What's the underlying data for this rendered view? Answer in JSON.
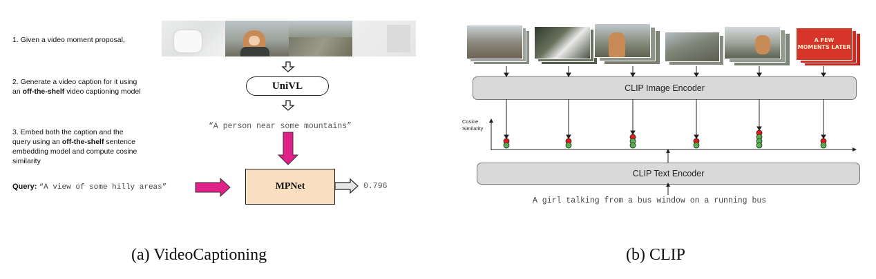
{
  "left_panel": {
    "step1": "1. Given a video moment proposal,",
    "step2_a": "2. Generate a video caption for it using",
    "step2_b_pre": "an ",
    "step2_b_bold": "off-the-shelf",
    "step2_b_post": " video captioning model",
    "step3_a": "3.  Embed both the caption and the",
    "step3_b_pre": "query using an ",
    "step3_b_bold": "off-the-shelf",
    "step3_b_post": " sentence",
    "step3_c": "embedding model and compute cosine",
    "step3_d": "similarity",
    "captioner": "UniVL",
    "generated_caption": "“A person near some mountains”",
    "query_label": "Query:",
    "query_text": "“A view of some hilly areas”",
    "embedder": "MPNet",
    "score": "0.796",
    "caption": "(a) VideoCaptioning"
  },
  "right_panel": {
    "image_encoder": "CLIP Image Encoder",
    "text_encoder": "CLIP Text Encoder",
    "y_axis_label_1": "Cosine",
    "y_axis_label_2": "Similarity",
    "query_text": "A girl talking from a bus window on a running bus",
    "frame_overlay_1": "A FEW",
    "frame_overlay_2": "MOMENTS LATER",
    "caption": "(b) CLIP",
    "similarity_dots": [
      2,
      2,
      3,
      2,
      4,
      2
    ]
  },
  "colors": {
    "arrow_magenta": "#e0218a",
    "mpnet_fill": "#f9dfc2",
    "encoder_fill": "#d9d9d9",
    "dot_red": "#e41b1b",
    "dot_green": "#58b050"
  }
}
